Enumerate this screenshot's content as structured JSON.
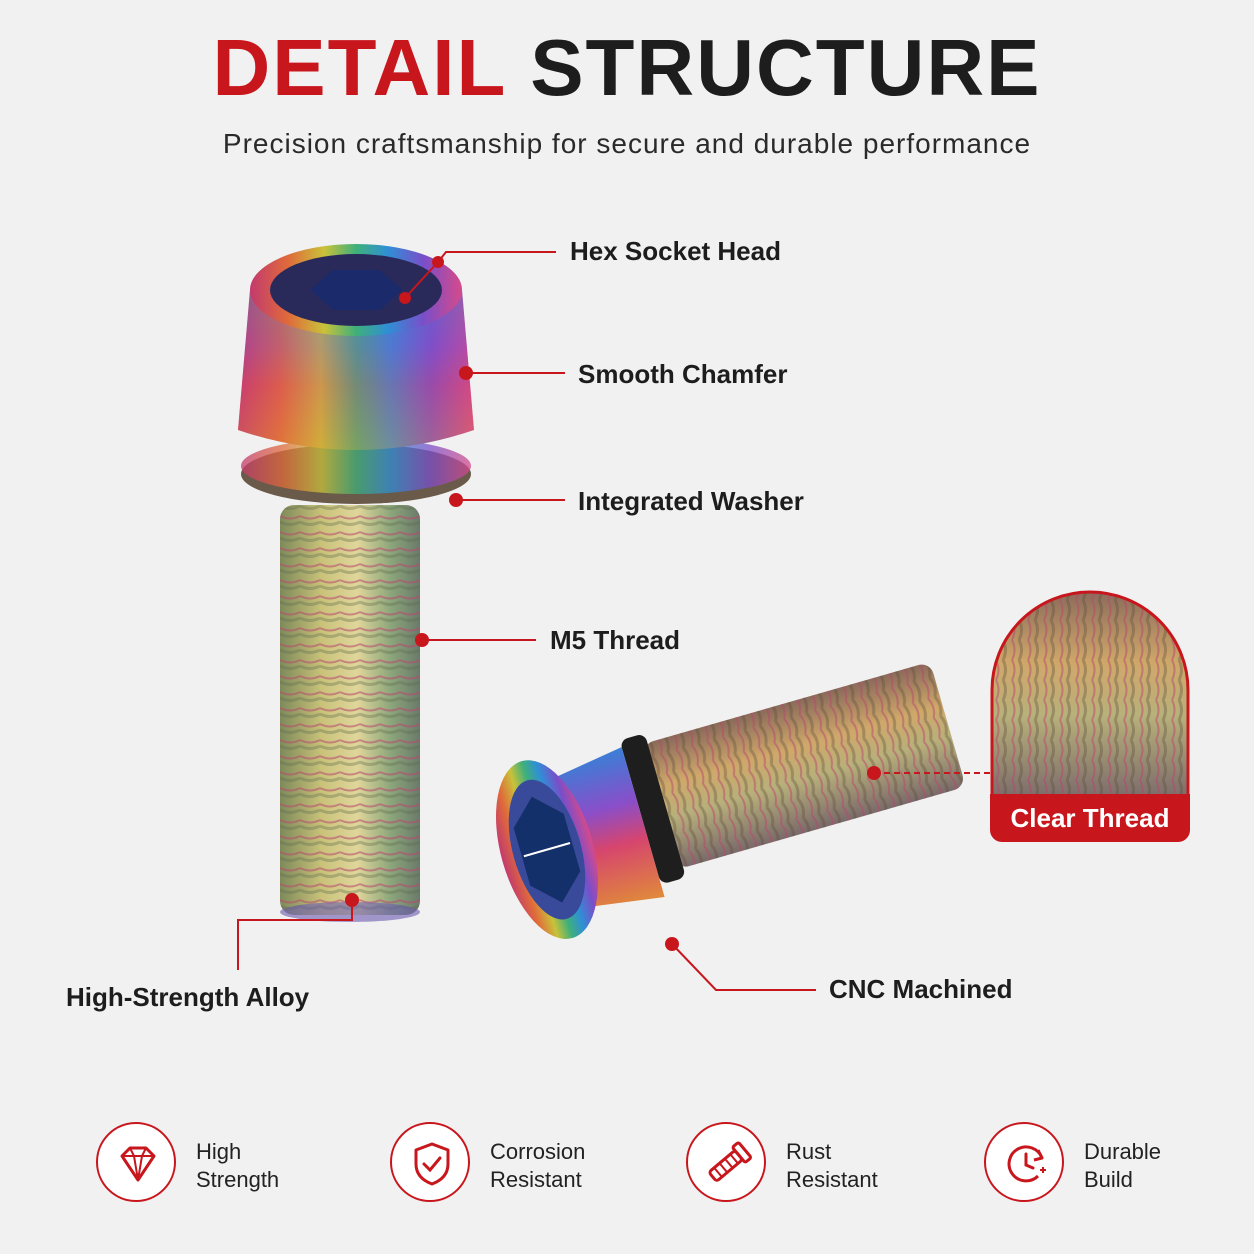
{
  "header": {
    "title_red": "DETAIL",
    "title_dark": "STRUCTURE",
    "subtitle": "Precision craftsmanship for secure and durable performance"
  },
  "callouts": {
    "hex_socket_head": "Hex Socket Head",
    "smooth_chamfer": "Smooth Chamfer",
    "integrated_washer": "Integrated Washer",
    "m5_thread": "M5 Thread",
    "high_strength_alloy": "High-Strength Alloy",
    "cnc_machined": "CNC Machined",
    "clear_thread": "Clear Thread"
  },
  "features": [
    {
      "line1": "High",
      "line2": "Strength",
      "icon": "diamond-icon"
    },
    {
      "line1": "Corrosion",
      "line2": "Resistant",
      "icon": "shield-check-icon"
    },
    {
      "line1": "Rust",
      "line2": "Resistant",
      "icon": "bolt-icon"
    },
    {
      "line1": "Durable",
      "line2": "Build",
      "icon": "clock-cycle-icon"
    }
  ],
  "colors": {
    "accent": "#c8161d",
    "background": "#f1f1f1",
    "text": "#1d1d1d"
  }
}
